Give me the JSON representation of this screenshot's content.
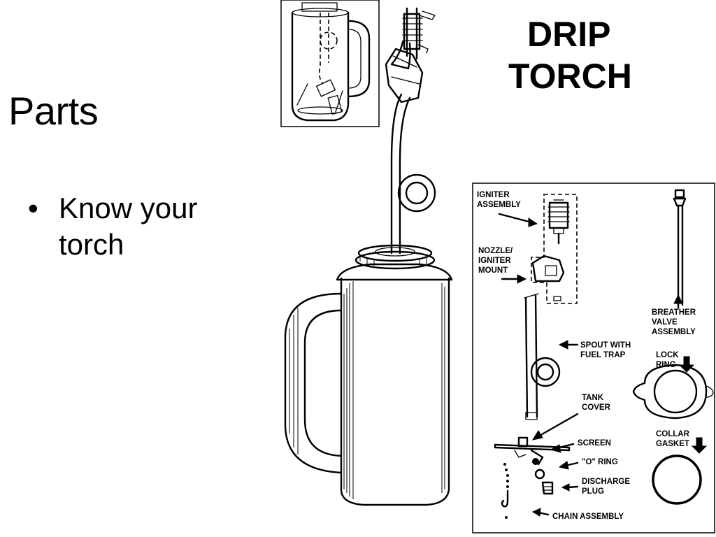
{
  "slide": {
    "title": "Parts",
    "bullets": [
      {
        "marker": "•",
        "text": "Know your torch"
      }
    ]
  },
  "diagram": {
    "heading_line1": "DRIP",
    "heading_line2": "TORCH",
    "parts": {
      "igniter_assembly": [
        "IGNITER",
        "ASSEMBLY"
      ],
      "nozzle_igniter_mount": [
        "NOZZLE/",
        "IGNITER",
        "MOUNT"
      ],
      "breather_valve_assembly": [
        "BREATHER",
        "VALVE",
        "ASSEMBLY"
      ],
      "spout_with_fuel_trap": [
        "SPOUT WITH",
        "FUEL TRAP"
      ],
      "lock_ring": [
        "LOCK",
        "RING"
      ],
      "tank_cover": [
        "TANK",
        "COVER"
      ],
      "collar_gasket": [
        "COLLAR",
        "GASKET"
      ],
      "screen": [
        "SCREEN"
      ],
      "o_ring": [
        "\"O\" RING"
      ],
      "discharge_plug": [
        "DISCHARGE",
        "PLUG"
      ],
      "chain_assembly": [
        "CHAIN ASSEMBLY"
      ]
    }
  }
}
